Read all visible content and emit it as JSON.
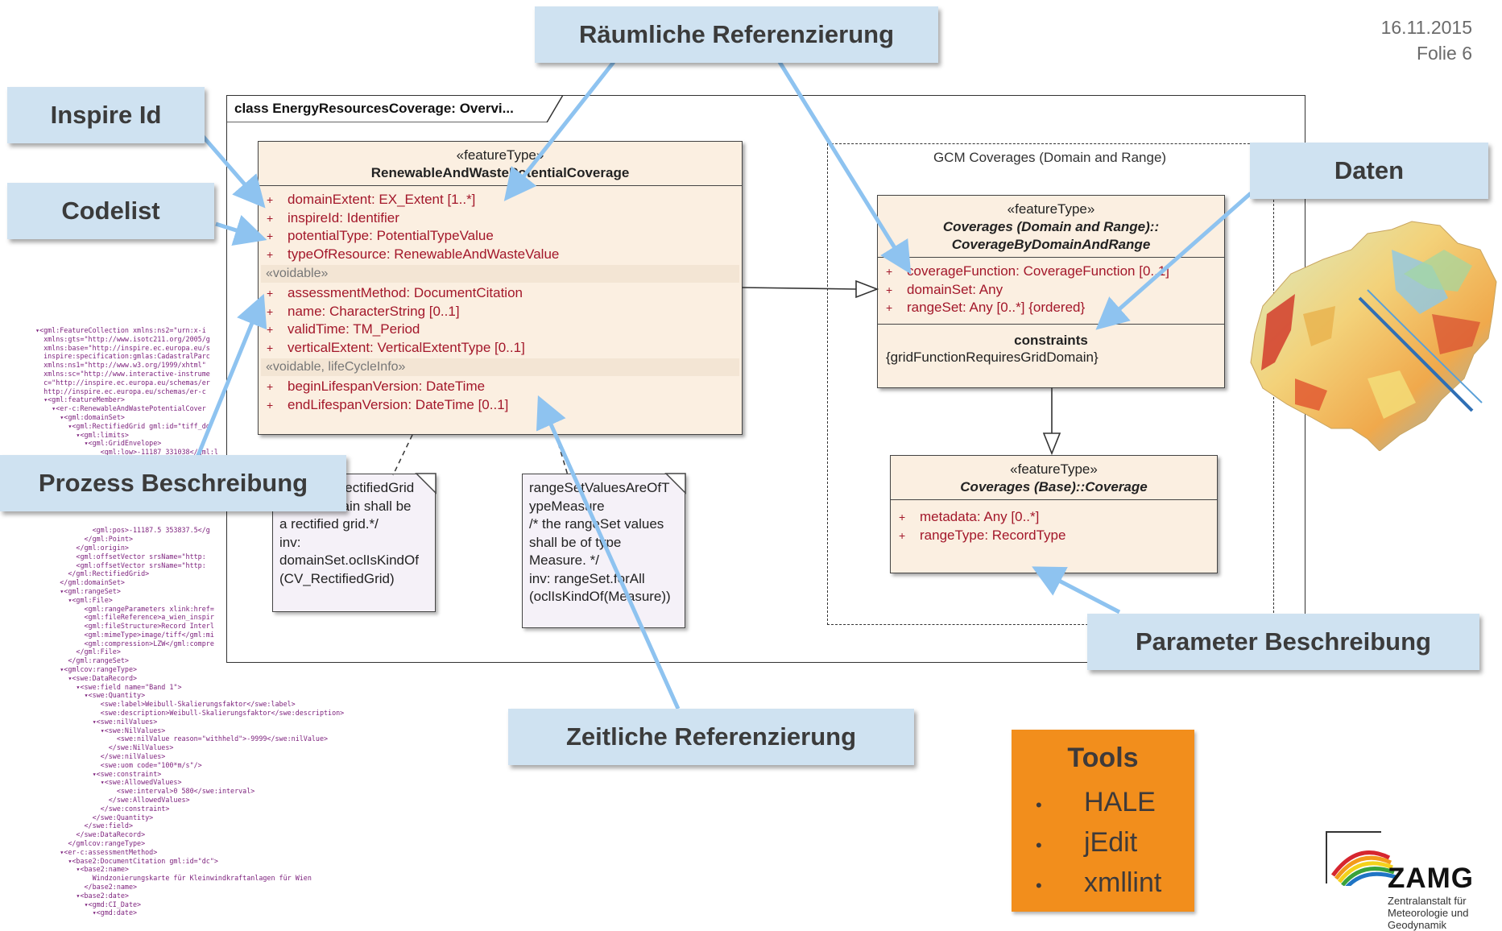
{
  "header": {
    "date": "16.11.2015",
    "slide": "Folie 6"
  },
  "callouts": {
    "raeumlich": "Räumliche Referenzierung",
    "inspire_id": "Inspire Id",
    "codelist": "Codelist",
    "daten": "Daten",
    "prozess": "Prozess Beschreibung",
    "parameter": "Parameter Beschreibung",
    "zeitlich": "Zeitliche Referenzierung"
  },
  "diagram": {
    "frame_title": "class EnergyResourcesCoverage: Overvi...",
    "package_title": "GCM Coverages (Domain and Range)",
    "main_class": {
      "stereotype": "«featureType»",
      "name": "RenewableAndWastePotentialCoverage",
      "attributes": [
        "domainExtent:  EX_Extent [1..*]",
        "inspireId:  Identifier",
        "potentialType:  PotentialTypeValue",
        "typeOfResource:  RenewableAndWasteValue"
      ],
      "voidable_label": "«voidable»",
      "voidable_attributes": [
        "assessmentMethod:  DocumentCitation",
        "name:  CharacterString [0..1]",
        "validTime:  TM_Period",
        "verticalExtent:  VerticalExtentType [0..1]"
      ],
      "lifecycle_label": "«voidable, lifeCycleInfo»",
      "lifecycle_attributes": [
        "beginLifespanVersion:  DateTime",
        "endLifespanVersion:  DateTime [0..1]"
      ]
    },
    "coverage_class": {
      "stereotype": "«featureType»",
      "name_line1": "Coverages (Domain and Range)::",
      "name_line2": "CoverageByDomainAndRange",
      "attributes": [
        "coverageFunction:  CoverageFunction [0..1]",
        "domainSet:  Any",
        "rangeSet:  Any [0..*] {ordered}"
      ],
      "constraints_label": "constraints",
      "constraint": "{gridFunctionRequiresGridDomain}"
    },
    "base_class": {
      "stereotype": "«featureType»",
      "name": "Coverages (Base)::Coverage",
      "attributes": [
        "metadata:  Any [0..*]",
        "rangeType:  RecordType"
      ]
    },
    "note1": "domainIsRectifiedGrid\n/* the domain shall be\na rectified grid.*/\ninv:\ndomainSet.oclIsKindOf\n(CV_RectifiedGrid)",
    "note2": "rangeSetValuesAreOfT\nypeMeasure\n/* the rangeSet values\nshall be of type\nMeasure. */\ninv: rangeSet.forAll\n(oclIsKindOf(Measure))"
  },
  "xml_lines": [
    "▾<gml:FeatureCollection xmlns:ns2=\"urn:x-i",
    "  xmlns:gts=\"http://www.isotc211.org/2005/g",
    "  xmlns:base=\"http://inspire.ec.europa.eu/s",
    "  inspire:specification:gmlas:CadastralParc",
    "  xmlns:ns1=\"http://www.w3.org/1999/xhtml\"",
    "  xmlns:sc=\"http://www.interactive-instrume",
    "  c=\"http://inspire.ec.europa.eu/schemas/er",
    "  http://inspire.ec.europa.eu/schemas/er-c",
    "  ▾<gml:featureMember>",
    "    ▾<er-c:RenewableAndWastePotentialCover",
    "      ▾<gml:domainSet>",
    "        ▾<gml:RectifiedGrid gml:id=\"tiff_do",
    "          ▾<gml:limits>",
    "            ▾<gml:GridEnvelope>",
    "                <gml:low>-11187 331038</gml:l",
    "",
    "",
    "",
    "",
    "",
    "",
    "",
    "",
    "              <gml:pos>-11187.5 353837.5</g",
    "            </gml:Point>",
    "          </gml:origin>",
    "          <gml:offsetVector srsName=\"http:",
    "          <gml:offsetVector srsName=\"http:",
    "        </gml:RectifiedGrid>",
    "      </gml:domainSet>",
    "      ▾<gml:rangeSet>",
    "        ▾<gml:File>",
    "            <gml:rangeParameters xlink:href=",
    "            <gml:fileReference>a_wien_inspir",
    "            <gml:fileStructure>Record Interl",
    "            <gml:mimeType>image/tiff</gml:mi",
    "            <gml:compression>LZW</gml:compre",
    "          </gml:File>",
    "        </gml:rangeSet>",
    "      ▾<gmlcov:rangeType>",
    "        ▾<swe:DataRecord>",
    "          ▾<swe:field name=\"Band 1\">",
    "            ▾<swe:Quantity>",
    "                <swe:label>Weibull-Skalierungsfaktor</swe:label>",
    "                <swe:description>Weibull-Skalierungsfaktor</swe:description>",
    "              ▾<swe:nilValues>",
    "                ▾<swe:NilValues>",
    "                    <swe:nilValue reason=\"withheld\">-9999</swe:nilValue>",
    "                  </swe:NilValues>",
    "                </swe:nilValues>",
    "                <swe:uom code=\"100*m/s\"/>",
    "              ▾<swe:constraint>",
    "                ▾<swe:AllowedValues>",
    "                    <swe:interval>0 580</swe:interval>",
    "                  </swe:AllowedValues>",
    "                </swe:constraint>",
    "              </swe:Quantity>",
    "            </swe:field>",
    "          </swe:DataRecord>",
    "        </gmlcov:rangeType>",
    "      ▾<er-c:assessmentMethod>",
    "        ▾<base2:DocumentCitation gml:id=\"dc\">",
    "          ▾<base2:name>",
    "              Windzonierungskarte für Kleinwindkraftanlagen für Wien",
    "            </base2:name>",
    "          ▾<base2:date>",
    "            ▾<gmd:CI_Date>",
    "              ▾<gmd:date>"
  ],
  "tools": {
    "title": "Tools",
    "items": [
      "HALE",
      "jEdit",
      "xmllint"
    ]
  },
  "logo": {
    "name": "ZAMG",
    "subtitle": "Zentralanstalt für Meteorologie und Geodynamik"
  },
  "colors": {
    "callout_bg": "#cfe2f1",
    "class_bg": "#fbefe1",
    "attribute_text": "#a3172a",
    "arrow": "#8ec3f0",
    "tools_bg": "#f28e1c"
  }
}
